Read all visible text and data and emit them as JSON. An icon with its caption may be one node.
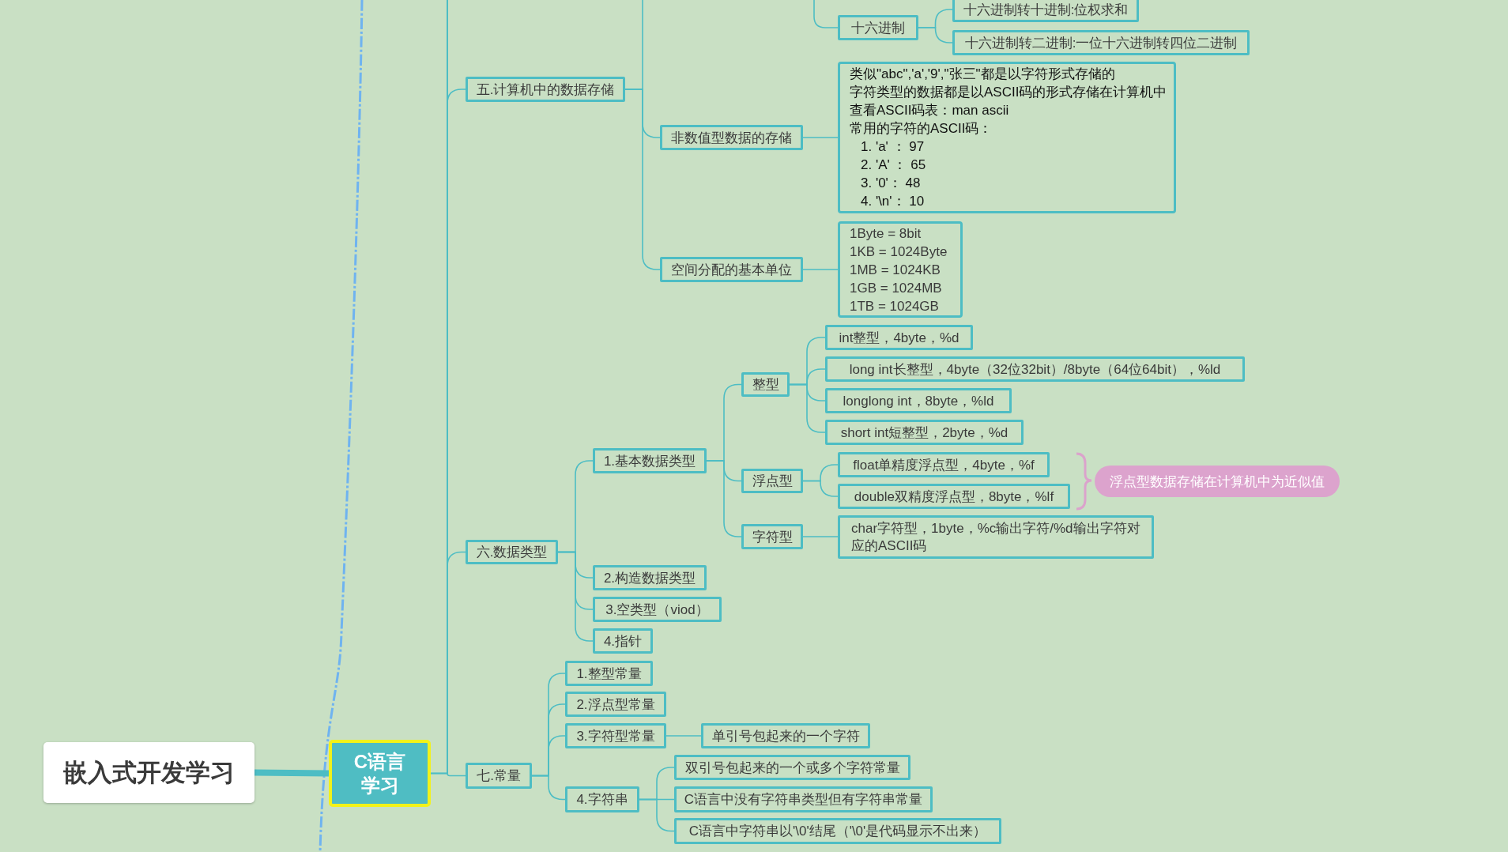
{
  "diagram": {
    "nodes": [
      {
        "text": [
          "嵌入式开发学习"
        ]
      },
      {
        "text": [
          "C语言学习"
        ]
      },
      {
        "text": [
          "五.计算机中的数据存储"
        ]
      },
      {
        "text": [
          "十六进制"
        ]
      },
      {
        "text": [
          "十六进制转十进制:位权求和"
        ]
      },
      {
        "text": [
          "十六进制转二进制:一位十六进制转四位二进制"
        ]
      },
      {
        "text": [
          "非数值型数据的存储"
        ]
      },
      {
        "text": [
          "类似\"abc\",'a','9',\"张三\"都是以字符形式存储的",
          "字符类型的数据都是以ASCII码的形式存储在计算机中",
          "查看ASCII码表：man ascii",
          "常用的字符的ASCII码：",
          "1. 'a' ： 97",
          "2. 'A' ： 65",
          "3. '0'： 48",
          "4. '\\n'： 10"
        ]
      },
      {
        "text": [
          "空间分配的基本单位"
        ]
      },
      {
        "text": [
          "1Byte = 8bit",
          "1KB = 1024Byte",
          "1MB = 1024KB",
          "1GB = 1024MB",
          "1TB = 1024GB"
        ]
      },
      {
        "text": [
          "六.数据类型"
        ]
      },
      {
        "text": [
          "1.基本数据类型"
        ]
      },
      {
        "text": [
          "整型"
        ]
      },
      {
        "text": [
          "int整型，4byte，%d"
        ]
      },
      {
        "text": [
          "long int长整型，4byte（32位32bit）/8byte（64位64bit），%ld"
        ]
      },
      {
        "text": [
          "longlong int，8byte，%ld"
        ]
      },
      {
        "text": [
          "short int短整型，2byte，%d"
        ]
      },
      {
        "text": [
          "浮点型"
        ]
      },
      {
        "text": [
          "float单精度浮点型，4byte，%f"
        ]
      },
      {
        "text": [
          "double双精度浮点型，8byte，%lf"
        ]
      },
      {
        "text": [
          "浮点型数据存储在计算机中为近似值"
        ]
      },
      {
        "text": [
          "字符型"
        ]
      },
      {
        "text": [
          "char字符型，1byte，%c输出字符/%d输出字符对应的ASCII码"
        ]
      },
      {
        "text": [
          "2.构造数据类型"
        ]
      },
      {
        "text": [
          "3.空类型（viod）"
        ]
      },
      {
        "text": [
          "4.指针"
        ]
      },
      {
        "text": [
          "七.常量"
        ]
      },
      {
        "text": [
          "1.整型常量"
        ]
      },
      {
        "text": [
          "2.浮点型常量"
        ]
      },
      {
        "text": [
          "3.字符型常量"
        ]
      },
      {
        "text": [
          "单引号包起来的一个字符"
        ]
      },
      {
        "text": [
          "4.字符串"
        ]
      },
      {
        "text": [
          "双引号包起来的一个或多个字符常量"
        ]
      },
      {
        "text": [
          "C语言中没有字符串类型但有字符串常量"
        ]
      },
      {
        "text": [
          "C语言中字符串以'\\0'结尾（'\\0'是代码显示不出来）"
        ]
      }
    ],
    "edges": [
      {
        "from": 0,
        "to": 1,
        "arrow": "none",
        "style": "thick"
      },
      {
        "from": 1,
        "to": 2,
        "arrow": "none"
      },
      {
        "from": 1,
        "to": 10,
        "arrow": "none"
      },
      {
        "from": 1,
        "to": 26,
        "arrow": "none"
      },
      {
        "from": 2,
        "to": null,
        "arrow": "none"
      },
      {
        "from": null,
        "to": 3,
        "arrow": "none"
      },
      {
        "from": 3,
        "to": 4,
        "arrow": "none"
      },
      {
        "from": 3,
        "to": 5,
        "arrow": "none"
      },
      {
        "from": 2,
        "to": 6,
        "arrow": "none"
      },
      {
        "from": 2,
        "to": 8,
        "arrow": "none"
      },
      {
        "from": 6,
        "to": 7,
        "arrow": "none"
      },
      {
        "from": 8,
        "to": 9,
        "arrow": "none"
      },
      {
        "from": 10,
        "to": 11,
        "arrow": "none"
      },
      {
        "from": 10,
        "to": 23,
        "arrow": "none"
      },
      {
        "from": 10,
        "to": 24,
        "arrow": "none"
      },
      {
        "from": 10,
        "to": 25,
        "arrow": "none"
      },
      {
        "from": 11,
        "to": 12,
        "arrow": "none"
      },
      {
        "from": 11,
        "to": 17,
        "arrow": "none"
      },
      {
        "from": 11,
        "to": 21,
        "arrow": "none"
      },
      {
        "from": 12,
        "to": 13,
        "arrow": "none"
      },
      {
        "from": 12,
        "to": 14,
        "arrow": "none"
      },
      {
        "from": 12,
        "to": 15,
        "arrow": "none"
      },
      {
        "from": 12,
        "to": 16,
        "arrow": "none"
      },
      {
        "from": 17,
        "to": 18,
        "arrow": "none"
      },
      {
        "from": 17,
        "to": 19,
        "arrow": "none"
      },
      {
        "from": 21,
        "to": 22,
        "arrow": "none"
      },
      {
        "from": 26,
        "to": 27,
        "arrow": "none"
      },
      {
        "from": 26,
        "to": 28,
        "arrow": "none"
      },
      {
        "from": 26,
        "to": 29,
        "arrow": "none"
      },
      {
        "from": 26,
        "to": 31,
        "arrow": "none"
      },
      {
        "from": 29,
        "to": 30,
        "arrow": "none"
      },
      {
        "from": 31,
        "to": 32,
        "arrow": "none"
      },
      {
        "from": 31,
        "to": 33,
        "arrow": "none"
      },
      {
        "from": 31,
        "to": 34,
        "arrow": "none"
      }
    ]
  }
}
